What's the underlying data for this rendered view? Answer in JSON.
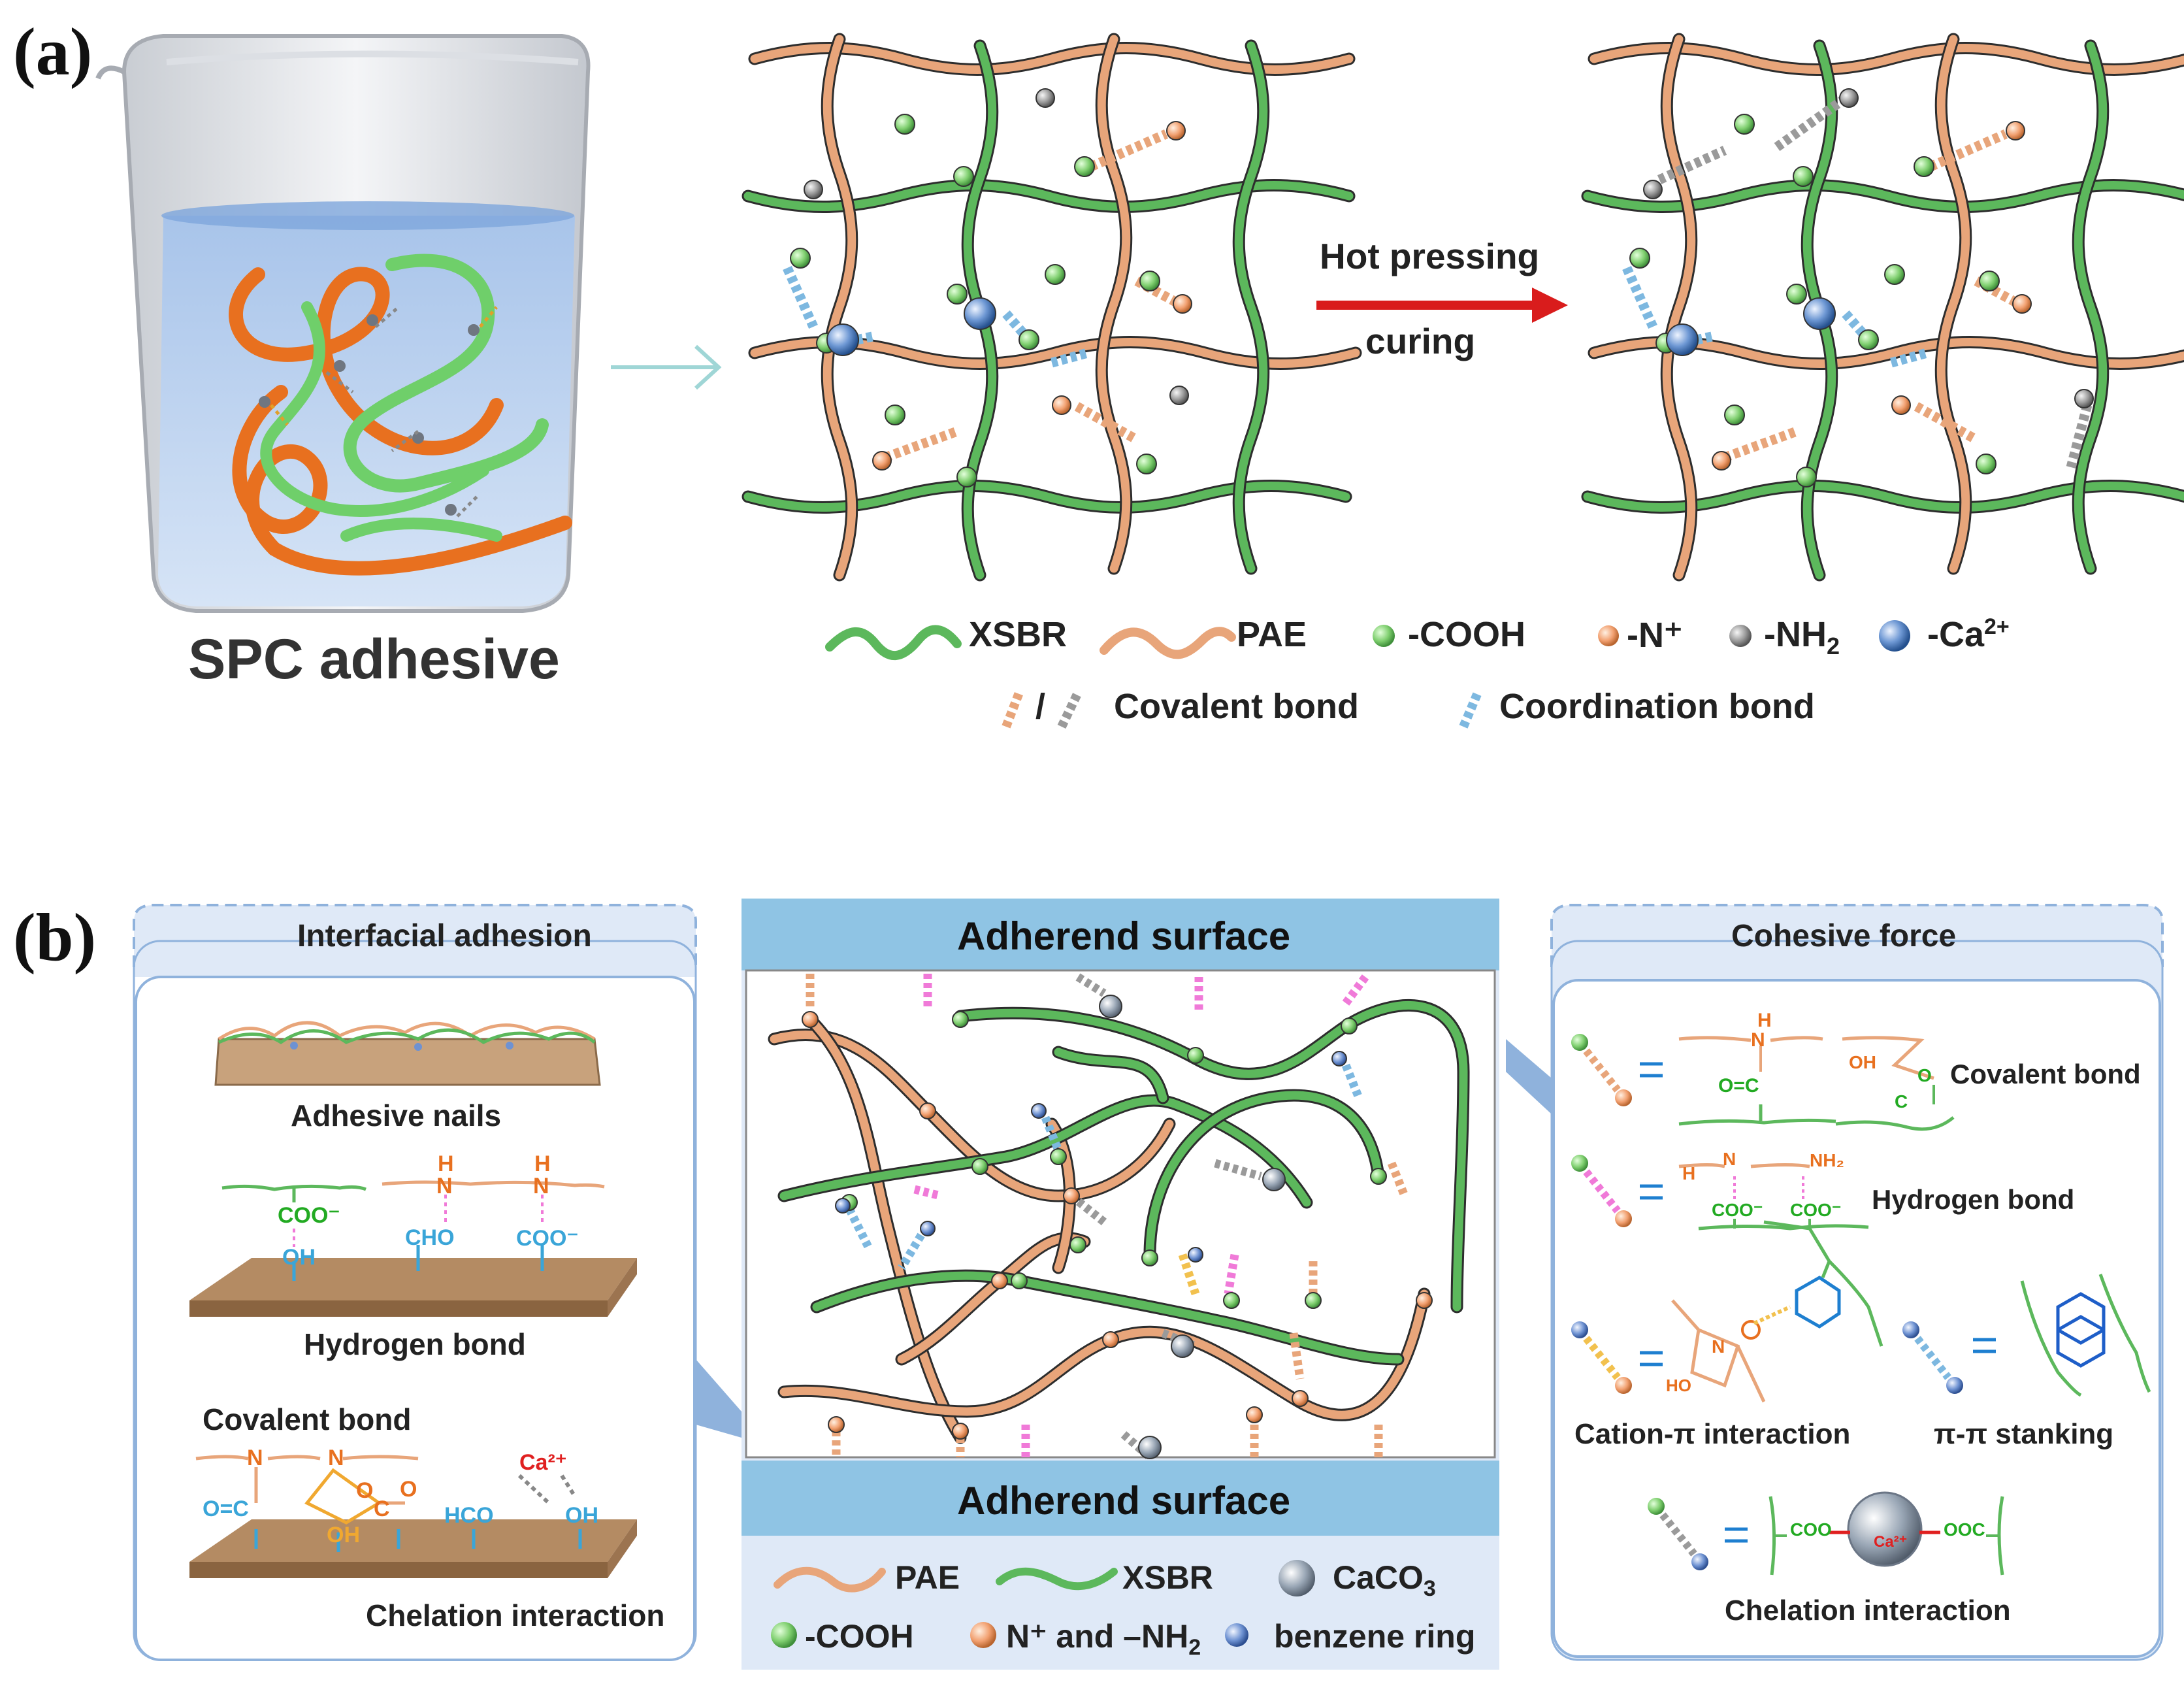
{
  "panels": {
    "a": "(a)",
    "b": "(b)"
  },
  "panel_a": {
    "beaker_label": "SPC adhesive",
    "arrow_label_line1": "Hot pressing",
    "arrow_label_line2": "curing",
    "legend": {
      "xsbr": "XSBR",
      "pae": "PAE",
      "cooh": "-COOH",
      "n_plus": "-N⁺",
      "nh2_base": "-NH",
      "nh2_sub": "2",
      "ca_base": "-Ca",
      "ca_sup": "2+",
      "covalent_sep": "/",
      "covalent": "Covalent bond",
      "coordination": "Coordination bond"
    }
  },
  "panel_b": {
    "left_title": "Interfacial adhesion",
    "adhesive_nails": "Adhesive nails",
    "hydrogen_bond": "Hydrogen bond",
    "covalent_bond": "Covalent bond",
    "chelation": "Chelation interaction",
    "surface_top": "Adherend surface",
    "surface_bottom": "Adherend surface",
    "right_title": "Cohesive force",
    "covalent_bond_right": "Covalent bond",
    "hydrogen_bond_right": "Hydrogen bond",
    "cation_pi": "Cation-π interaction",
    "pi_pi": "π-π stanking",
    "chelation_right": "Chelation interaction",
    "legend": {
      "pae": "PAE",
      "xsbr": "XSBR",
      "caco3_base": "CaCO",
      "caco3_sub": "3",
      "cooh": "-COOH",
      "n_nh2_base": "N⁺ and –NH",
      "n_nh2_sub": "2",
      "benzene": "benzene ring"
    },
    "chem": {
      "coo_minus": "COO⁻",
      "oh": "OH",
      "cho": "CHO",
      "h": "H",
      "n": "N",
      "o": "O",
      "c": "C",
      "oc_eq": "O=C",
      "hco": "HCO",
      "ca2": "Ca²⁺",
      "nh2": "NH₂",
      "ho": "HO",
      "coo": "COO",
      "ooc": "OOC"
    }
  },
  "colors": {
    "xsbr_green": "#5cb85c",
    "pae_orange": "#e8a57a",
    "beaker_orange": "#e8701f",
    "cooh_green": "#7fcf6f",
    "n_orange": "#f2a070",
    "nh2_grey": "#9a9a9a",
    "ca_blue": "#4f7fc0",
    "coord_blue": "#7db8e0",
    "arrow_red": "#d91c1c",
    "panel_blue": "#dfe9f7",
    "surface_blue": "#8fc4e4",
    "wood": "#b48b63",
    "hbond_pink": "#f07ad8",
    "cation_yellow": "#f2c14e"
  }
}
